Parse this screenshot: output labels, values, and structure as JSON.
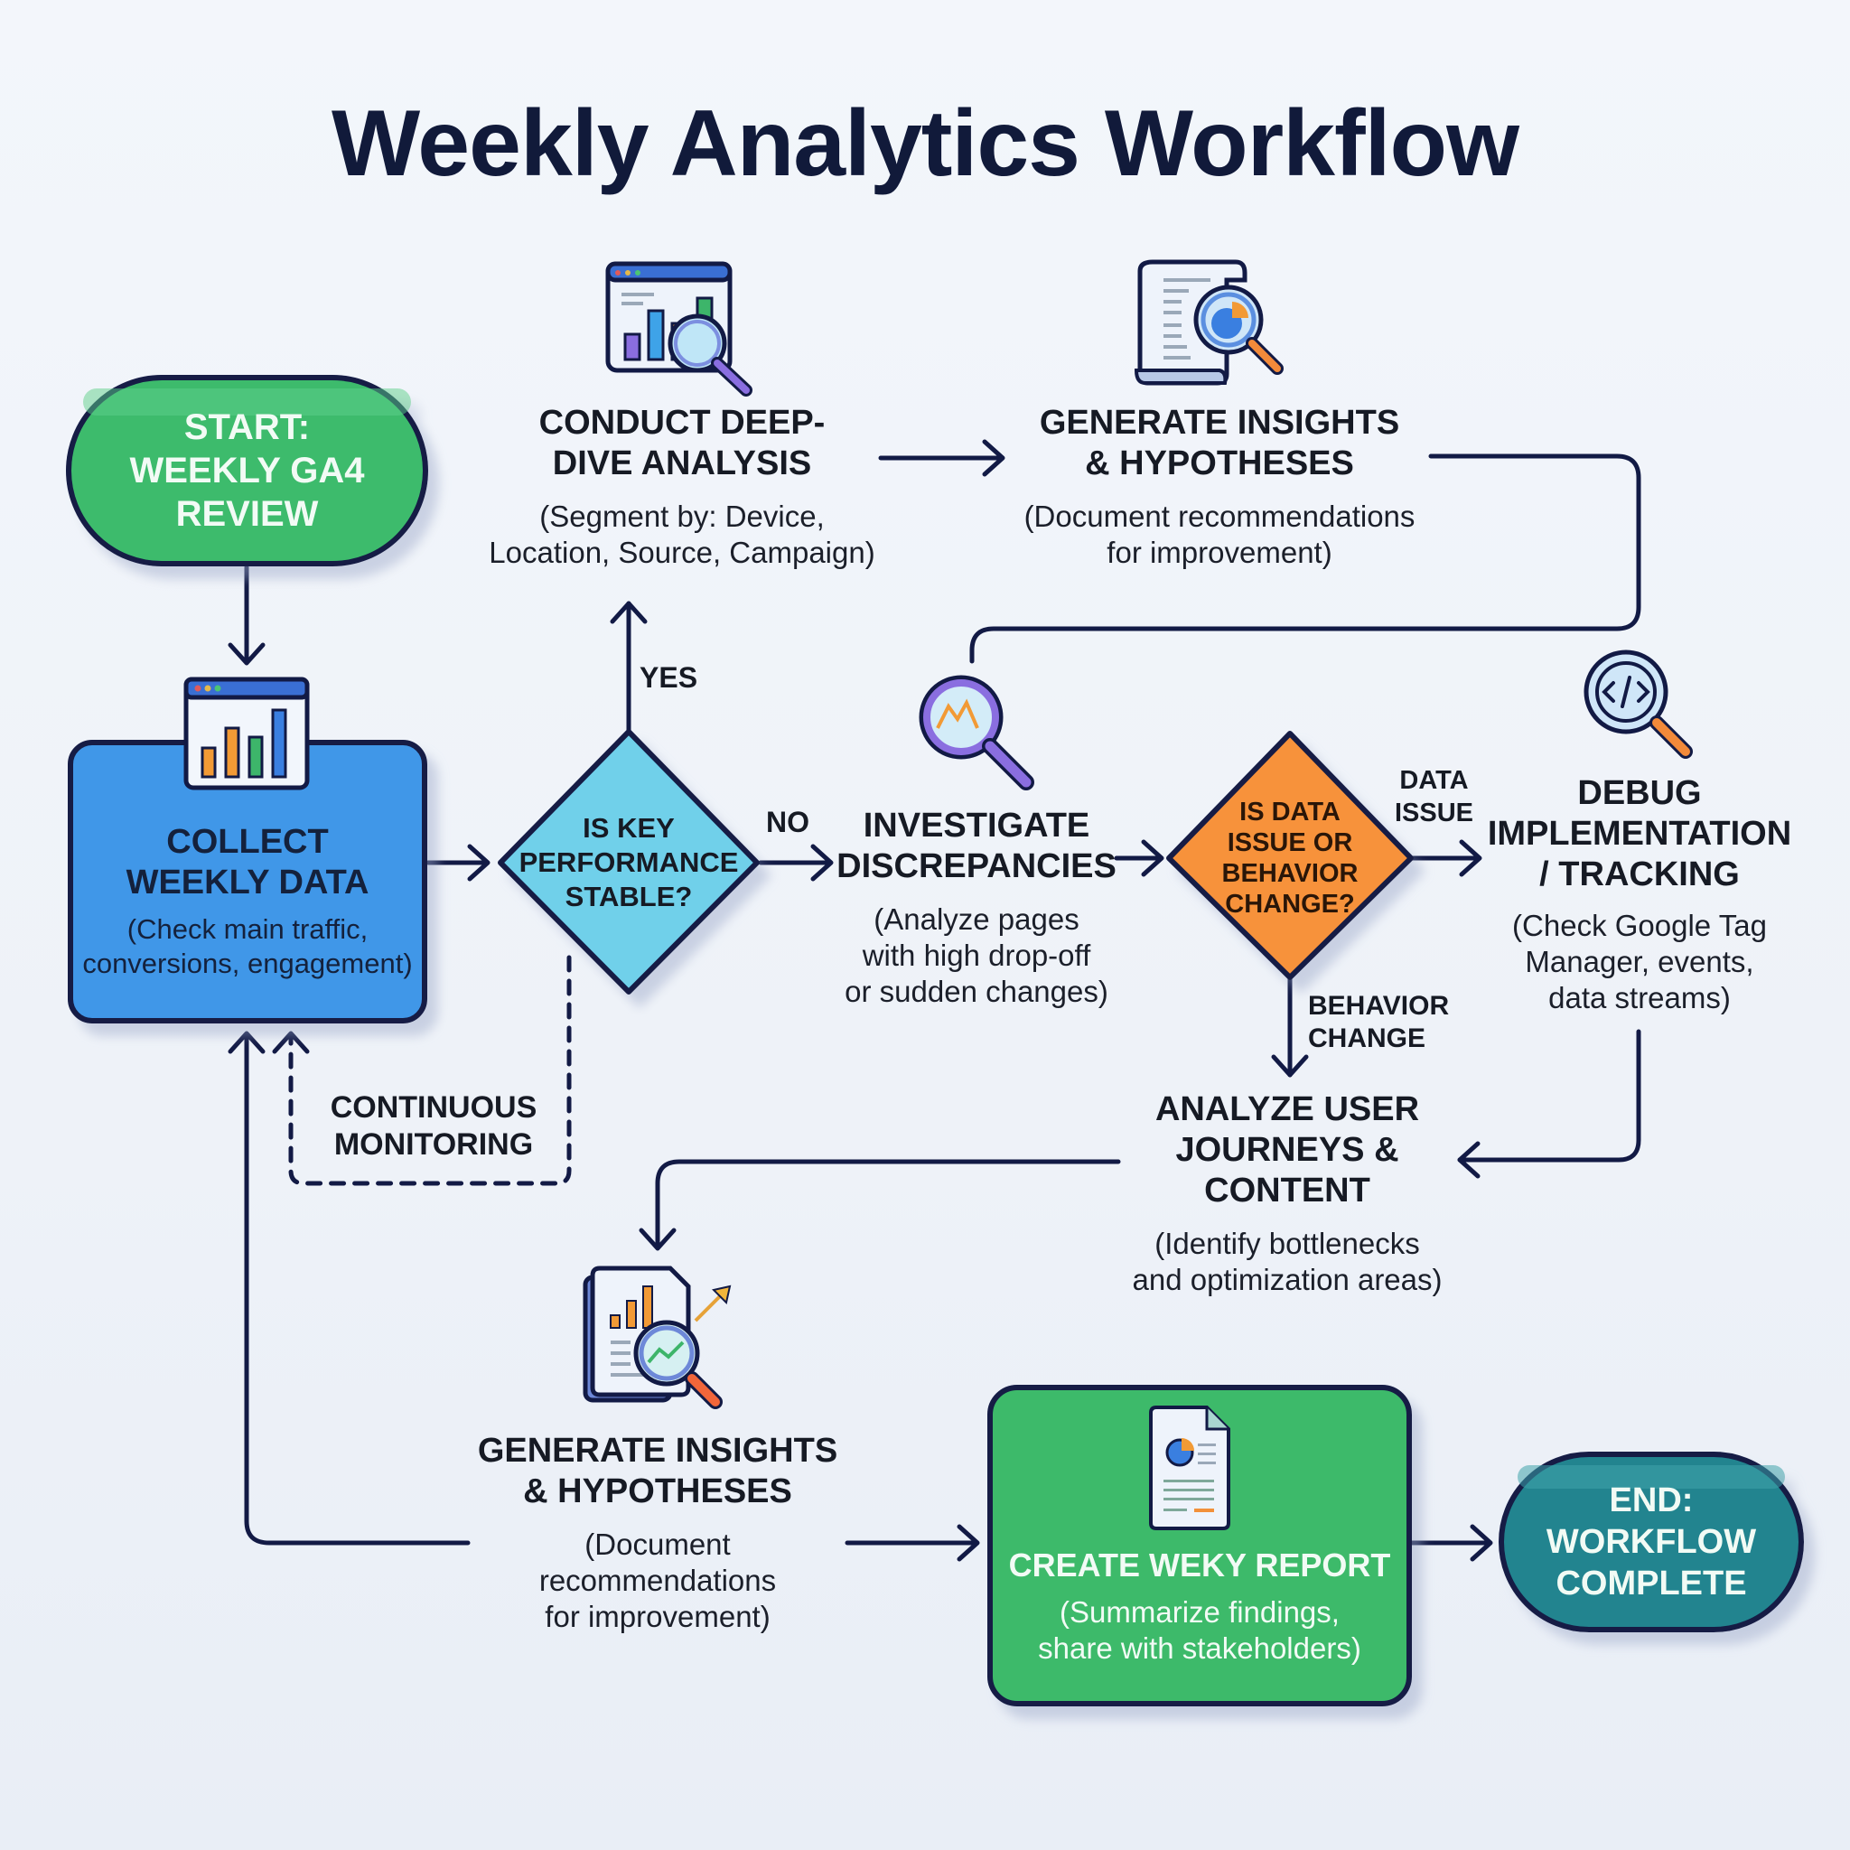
{
  "title": "Weekly Analytics Workflow",
  "colors": {
    "line": "#121a45",
    "start_green": "#3dbb6c",
    "collect_blue": "#3f97e8",
    "decision_cyan": "#6fd0ea",
    "decision_orange": "#f7923a",
    "report_green": "#3dba6a",
    "end_teal": "#23848f"
  },
  "nodes": {
    "start": {
      "label": "START:\nWEEKLY GA4\nREVIEW",
      "icon": "none"
    },
    "collect": {
      "title": "COLLECT\nWEEKLY DATA",
      "subtitle": "(Check main traffic,\nconversions, engagement)",
      "icon": "dashboard-bar-chart-icon"
    },
    "kpi_decision": {
      "label": "IS KEY\nPERFORMANCE\nSTABLE?"
    },
    "deep_dive": {
      "title": "CONDUCT DEEP-\nDIVE ANALYSIS",
      "subtitle": "(Segment by: Device,\nLocation, Source, Campaign)",
      "icon": "chart-magnifier-icon"
    },
    "insights_top": {
      "title": "GENERATE INSIGHTS\n& HYPOTHESES",
      "subtitle": "(Document recommendations\nfor improvement)",
      "icon": "document-pie-magnifier-icon"
    },
    "investigate": {
      "title": "INVESTIGATE\nDISCREPANCIES",
      "subtitle": "(Analyze pages\nwith high drop-off\nor sudden changes)",
      "icon": "trend-magnifier-icon"
    },
    "issue_decision": {
      "label": "IS DATA\nISSUE OR\nBEHAVIOR\nCHANGE?"
    },
    "debug": {
      "title": "DEBUG\nIMPLEMENTATION\n/ TRACKING",
      "subtitle": "(Check Google Tag\nManager, events,\ndata streams)",
      "icon": "code-magnifier-icon"
    },
    "journeys": {
      "title": "ANALYZE USER\nJOURNEYS &\nCONTENT",
      "subtitle": "(Identify bottlenecks\nand optimization areas)"
    },
    "insights_bottom": {
      "title": "GENERATE INSIGHTS\n& HYPOTHESES",
      "subtitle": "(Document\nrecommendations\nfor improvement)",
      "icon": "report-growth-magnifier-icon"
    },
    "report": {
      "title": "CREATE WEKY REPORT",
      "subtitle": "(Summarize findings,\nshare with stakeholders)",
      "icon": "report-document-icon"
    },
    "end": {
      "label": "END:\nWORKFLOW\nCOMPLETE"
    }
  },
  "edge_labels": {
    "yes": "YES",
    "no": "NO",
    "data_issue": "DATA\nISSUE",
    "behavior_change": "BEHAVIOR\nCHANGE",
    "continuous_monitoring": "CONTINUOUS\nMONITORING"
  }
}
